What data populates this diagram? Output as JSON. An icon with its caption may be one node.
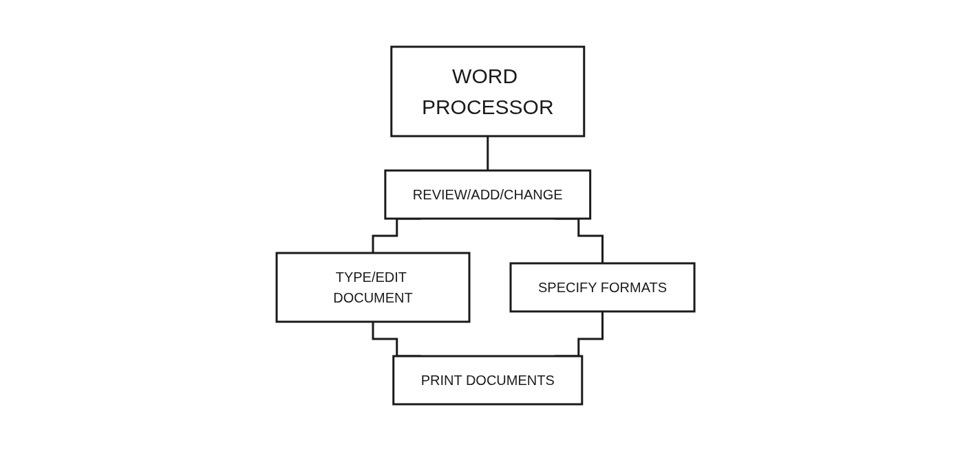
{
  "diagram": {
    "nodes": [
      {
        "text": [
          "WORD PROCESSOR"
        ]
      },
      {
        "text": [
          "REVIEW/ADD/CHANGE"
        ]
      },
      {
        "text": [
          "TYPE/EDIT DOCUMENT"
        ]
      },
      {
        "text": [
          "SPECIFY FORMATS"
        ]
      },
      {
        "text": [
          "PRINT DOCUMENTS"
        ]
      }
    ],
    "edges": [
      {
        "from": 0,
        "to": 1,
        "arrow": "none"
      },
      {
        "from": 1,
        "to": 2,
        "arrow": "none"
      },
      {
        "from": 1,
        "to": 3,
        "arrow": "none"
      },
      {
        "from": 2,
        "to": 4,
        "arrow": "none"
      },
      {
        "from": 3,
        "to": 4,
        "arrow": "none"
      }
    ]
  }
}
